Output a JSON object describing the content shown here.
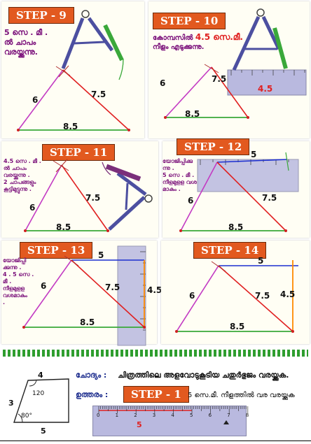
{
  "colors": {
    "step_bg": "#e2591f",
    "left_side": "#c33bc3",
    "right_side": "#e02020",
    "base_side": "#39a839",
    "top_side": "#1c2fd0",
    "vert_side": "#ff8a00",
    "note_text": "#7a0f7a"
  },
  "steps": {
    "s9": {
      "label": "STEP - 9",
      "note": "5 സെ . മീ .\nൽ ചാപം\nവരയ്ക്കുന്നു.",
      "left": "6",
      "right": "7.5",
      "base": "8.5"
    },
    "s10": {
      "label": "STEP - 10",
      "note_a": "കോമ്പസിൽ ",
      "note_b": "4.5 സെ.മീ.",
      "note_c": "നീളം എടുക്കുന്നു.",
      "ruler_value": "4.5",
      "left": "6",
      "right": "7.5",
      "base": "8.5"
    },
    "s11": {
      "label": "STEP - 11",
      "note": "4.5 സെ . മീ .\nൽ ചാപം\nവരയ്ക്കുന്നു .\n2 ചാപങ്ങളും\nകൂട്ടിമുട്ടുന്നു .",
      "left": "6",
      "right": "7.5",
      "base": "8.5"
    },
    "s12": {
      "label": "STEP - 12",
      "note": "യോജിപ്പിക്കു\nന്നു .\n5 സെ . മീ .\nനീളമുളള വശ\nമാകും .",
      "top": "5",
      "left": "6",
      "right": "7.5",
      "base": "8.5"
    },
    "s13": {
      "label": "STEP - 13",
      "note": "യോജിപ്പി\nക്കുന്നു .\n4 . 5 സെ .\nമീ .\nനീളമുളള\nവശമാകും\n.",
      "top": "5",
      "left": "6",
      "right": "7.5",
      "vert": "4.5",
      "base": "8.5"
    },
    "s14": {
      "label": "STEP - 14",
      "top": "5",
      "left": "6",
      "right": "7.5",
      "vert": "4.5",
      "base": "8.5"
    }
  },
  "question": {
    "q_label": "ചോദ്യം :",
    "q_text": "ചിത്രത്തിലെ അളവോടുകൂടിയ ചതുർഭുജം വരയ്ക്കുക.",
    "a_label": "ഉത്തരം :",
    "step_label": "STEP - 1",
    "a_text": "5 സെ.മീ. നീളത്തിൽ വര വരയ്ക്കുക",
    "fig": {
      "top": "4",
      "left": "3",
      "bottom": "5",
      "angle_top": "120",
      "angle_bottom": "80°"
    },
    "ruler_ticks": [
      "0",
      "1",
      "2",
      "3",
      "4",
      "5",
      "6",
      "7",
      "8"
    ],
    "ruler_value": "5"
  }
}
